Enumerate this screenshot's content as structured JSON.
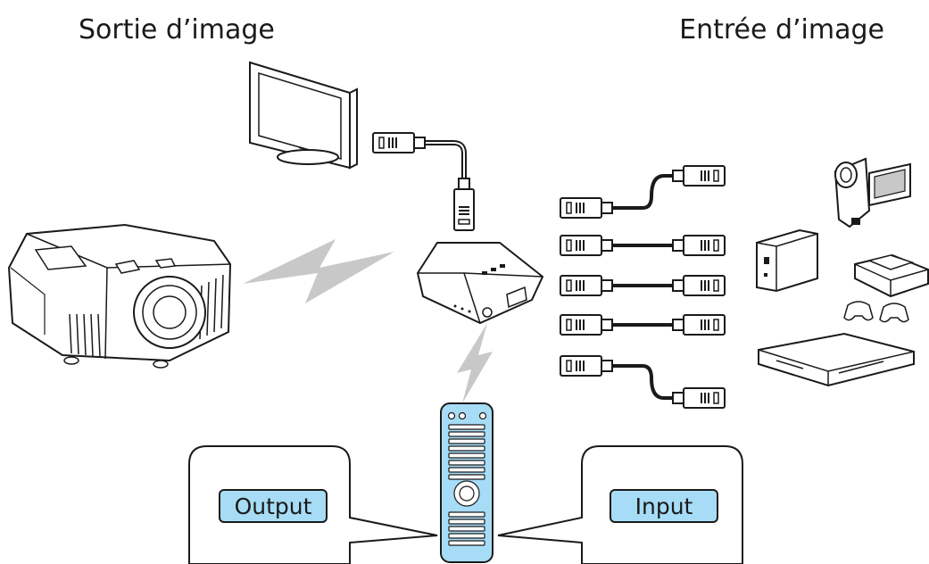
{
  "headings": {
    "output": "Sortie d’image",
    "input": "Entrée d’image"
  },
  "buttons": {
    "output": "Output",
    "input": "Input"
  },
  "colors": {
    "button_fill": "#a6dcf5",
    "signal": "#c8c8c8",
    "remote_fill": "#a6dcf5",
    "line": "#1a1a1a"
  },
  "icons": [
    "monitor-icon",
    "projector-icon",
    "hdmi-link-box-icon",
    "remote-control-icon",
    "hdmi-cable-icon",
    "camcorder-icon",
    "external-drive-icon",
    "game-console-icon",
    "gamepad-icon",
    "bluray-player-icon",
    "wireless-signal-icon"
  ]
}
